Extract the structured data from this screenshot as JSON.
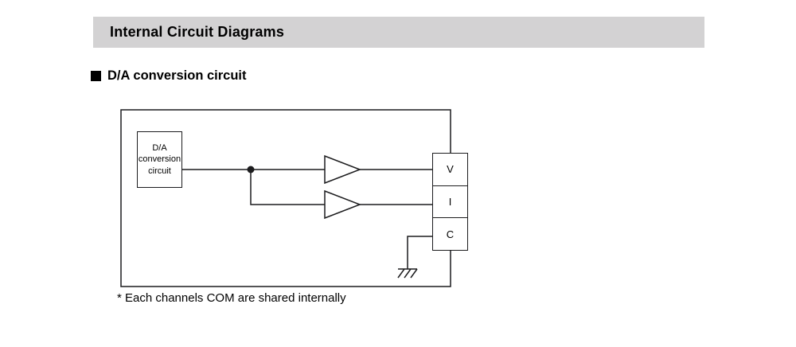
{
  "header": {
    "title": "Internal Circuit Diagrams"
  },
  "section": {
    "title": "D/A conversion circuit"
  },
  "diagram": {
    "da_box": {
      "line1": "D/A",
      "line2": "conversion",
      "line3": "circuit"
    },
    "terminals": [
      {
        "label": "V"
      },
      {
        "label": "I"
      },
      {
        "label": "C"
      }
    ],
    "icons": {
      "amplifier": "triangle-buffer",
      "ground": "chassis-ground"
    },
    "footnote": "* Each channels COM are shared internally"
  },
  "colors": {
    "header_bg": "#d3d2d3",
    "line": "#1c1c1e",
    "text": "#000000",
    "page_bg": "#ffffff"
  }
}
